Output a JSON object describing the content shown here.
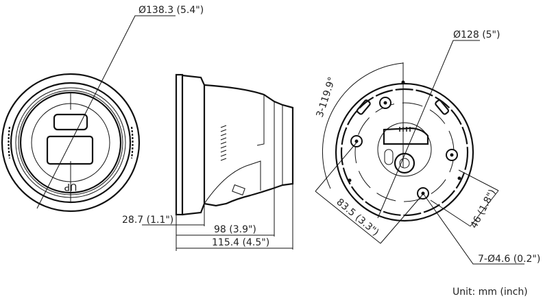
{
  "front_view": {
    "diameter_label": "Ø138.3 (5.4\")",
    "up_mark": "UP"
  },
  "side_view": {
    "base_height_label": "28.7 (1.1\")",
    "depth_label": "98 (3.9\")",
    "total_depth_label": "115.4 (4.5\")"
  },
  "bottom_view": {
    "diameter_label": "Ø128 (5\")",
    "angle_label": "3-119.9°",
    "hole_spacing_label": "83.5 (3.3\")",
    "offset_label": "46 (1.8\")",
    "holes_label": "7-Ø4.6 (0.2\")"
  },
  "unit_label": "Unit: mm (inch)"
}
